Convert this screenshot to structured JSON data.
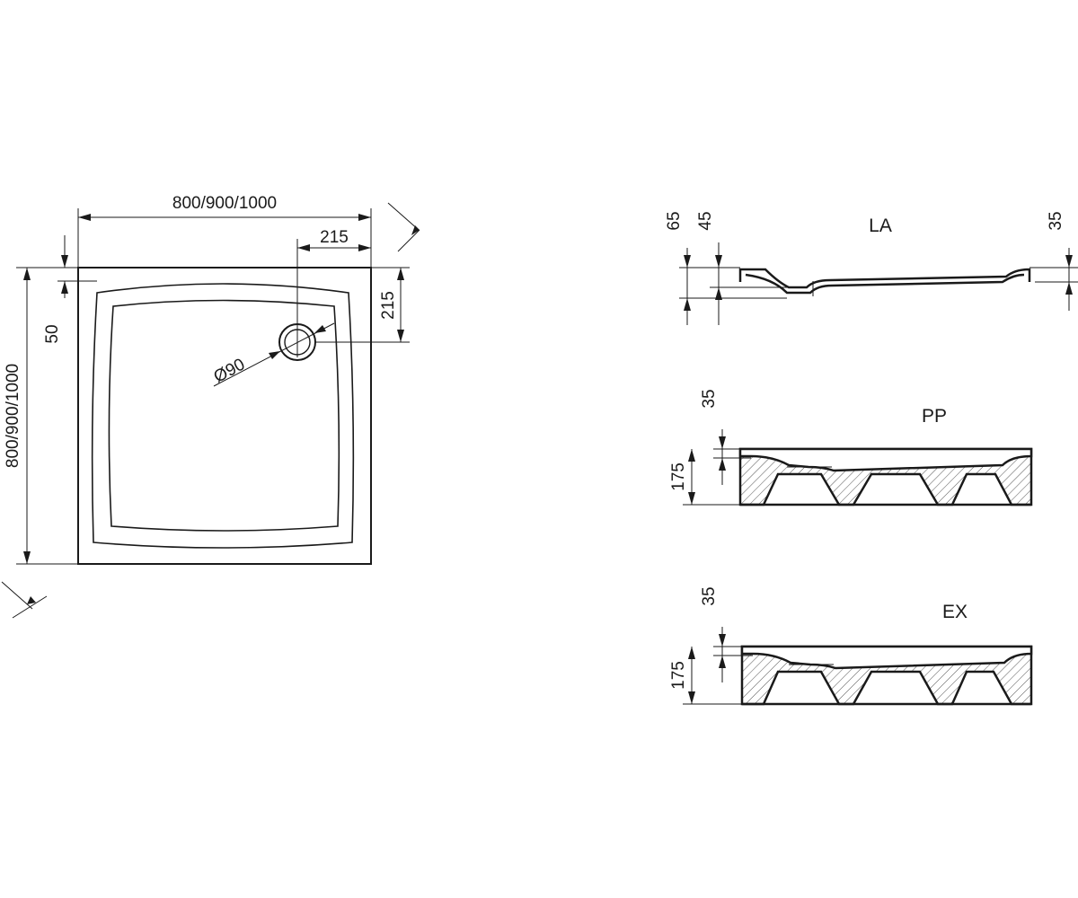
{
  "plan_view": {
    "width_label": "800/900/1000",
    "depth_label": "800/900/1000",
    "drain_offset_x_label": "215",
    "drain_offset_y_label": "215",
    "rim_label": "50",
    "drain_diameter_label": "Ø90"
  },
  "sections": {
    "la": {
      "name": "LA",
      "height_total_label": "65",
      "height_inner_label": "45",
      "height_right_label": "35"
    },
    "pp": {
      "name": "PP",
      "rim_label": "35",
      "height_label": "175"
    },
    "ex": {
      "name": "EX",
      "rim_label": "35",
      "height_label": "175"
    }
  }
}
